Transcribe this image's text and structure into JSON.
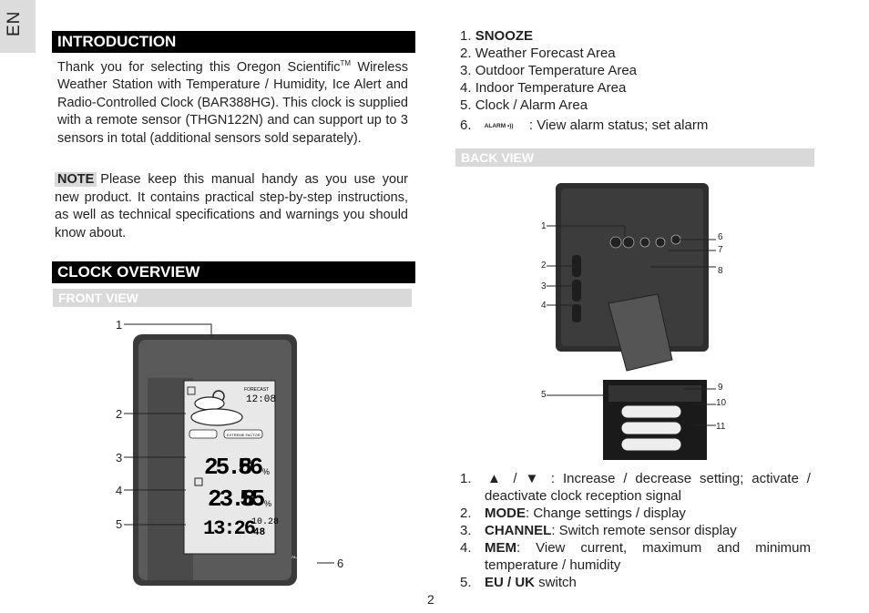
{
  "lang_tab": "EN",
  "page_number": "2",
  "intro": {
    "heading": "INTRODUCTION",
    "para_a": "Thank you for selecting this Oregon Scientific",
    "tm": "TM",
    "para_b": " Wireless Weather Station with Temperature / Humidity, Ice Alert and Radio-Controlled Clock (BAR388HG). This clock is supplied with a remote sensor (THGN122N) and can support up to 3 sensors in total (additional sensors sold separately).",
    "note_label": "NOTE",
    "note_text": "Please keep this manual handy as you use your new product. It contains practical step-by-step instructions, as well as technical specifications and warnings you should know about."
  },
  "clock_overview": {
    "heading": "CLOCK OVERVIEW",
    "front_view_label": "FRONT VIEW",
    "front_callouts": [
      "1",
      "2",
      "3",
      "4",
      "5",
      "6"
    ],
    "device_display": {
      "forecast_label": "FORECAST",
      "clock_small": "12:08",
      "outdoor_temp": "25.8",
      "outdoor_hum": "56",
      "indoor_temp": "23.8",
      "indoor_hum": "55",
      "time": "13:26",
      "date_top": "10.28",
      "date_bottom": "48",
      "unit_pct": "%",
      "alarm_label": "ALARM",
      "extreme_label": "EXTREME FACTOR"
    },
    "front_list": [
      {
        "num": "1.",
        "bold": "SNOOZE",
        "text": ""
      },
      {
        "num": "2.",
        "bold": "",
        "text": "Weather Forecast Area"
      },
      {
        "num": "3.",
        "bold": "",
        "text": "Outdoor Temperature Area"
      },
      {
        "num": "4.",
        "bold": "",
        "text": "Indoor Temperature Area"
      },
      {
        "num": "5.",
        "bold": "",
        "text": "Clock / Alarm Area"
      },
      {
        "num": "6.",
        "icon": "ALARM",
        "text": ": View alarm status; set alarm"
      }
    ],
    "back_view_label": "BACK VIEW",
    "back_callouts": [
      "1",
      "2",
      "3",
      "4",
      "5",
      "6",
      "7",
      "8",
      "9",
      "10",
      "11"
    ],
    "back_list": [
      {
        "num": "1.",
        "bold": "",
        "text": ": Increase / decrease setting; activate / deactivate clock reception signal"
      },
      {
        "num": "2.",
        "bold": "MODE",
        "text": ": Change settings / display"
      },
      {
        "num": "3.",
        "bold": "CHANNEL",
        "text": ": Switch remote sensor display"
      },
      {
        "num": "4.",
        "bold": "MEM",
        "text": ": View current, maximum and minimum temperature / humidity"
      },
      {
        "num": "5.",
        "bold": "EU / UK",
        "text": " switch"
      }
    ]
  }
}
